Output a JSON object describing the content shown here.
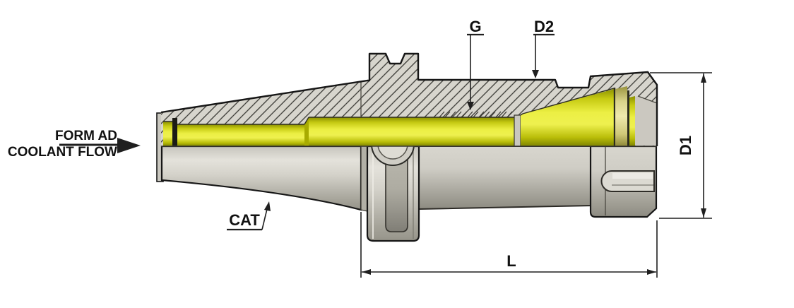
{
  "drawing": {
    "labels": {
      "coolant_line1": "FORM AD",
      "coolant_line2": "COOLANT FLOW",
      "thread_callout": "G",
      "neck_diameter_callout": "D2",
      "nut_diameter_callout": "D1",
      "length_callout": "L",
      "taper_callout": "CAT"
    },
    "colors": {
      "background": "#ffffff",
      "outline": "#161616",
      "steel_light": "#e2e0d9",
      "steel_dark": "#99978d",
      "hatch_fill": "#d7d5cd",
      "hatch_line": "#454540",
      "bore_yellow_bright": "#eef04f",
      "bore_yellow_dark": "#848900",
      "collet_gold_pale": "#efe9ad",
      "dimension_line": "#1f1f1f"
    }
  }
}
